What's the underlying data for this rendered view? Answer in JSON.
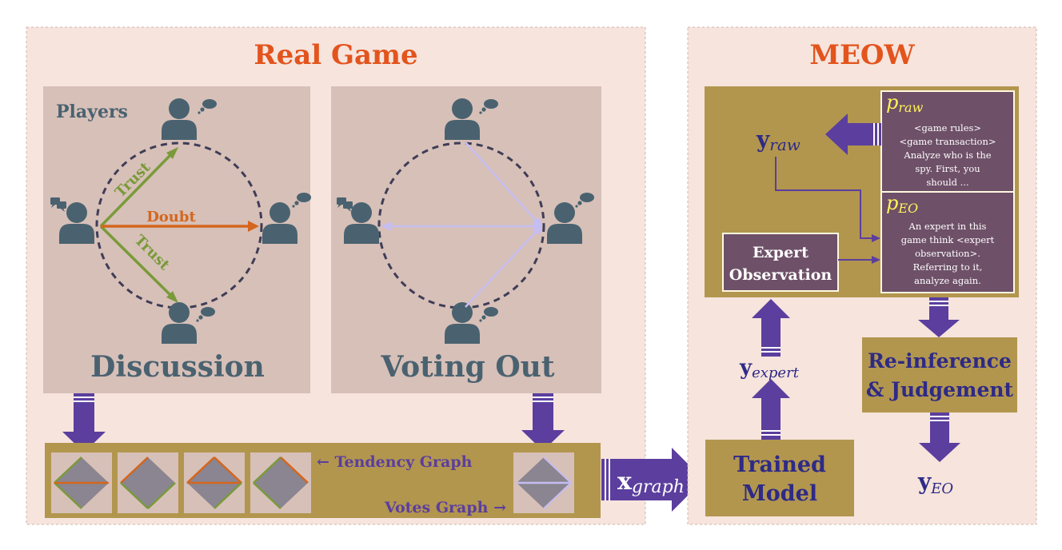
{
  "real_game": {
    "title": "Real Game",
    "discussion": {
      "players_label": "Players",
      "trust_top": "Trust",
      "doubt": "Doubt",
      "trust_bottom": "Trust",
      "title": "Discussion"
    },
    "voting": {
      "title": "Voting Out"
    },
    "graphs": {
      "tendency": "← Tendency Graph",
      "votes": "Votes Graph →"
    },
    "x_graph": {
      "base": "x",
      "sub": "graph"
    }
  },
  "meow": {
    "title": "MEOW",
    "y_raw": {
      "base": "y",
      "sub": "raw"
    },
    "p_raw": {
      "base": "p",
      "sub": "raw",
      "lines": [
        "<game rules>",
        "<game transaction>",
        "Analyze who is the",
        "spy. First, you",
        "should ..."
      ]
    },
    "p_eo": {
      "base": "p",
      "sub": "EO",
      "lines": [
        "An expert in this",
        "game think <expert",
        "observation>.",
        "Referring to it,",
        "analyze again."
      ]
    },
    "expert_observation": {
      "line1": "Expert",
      "line2": "Observation"
    },
    "y_expert": {
      "base": "y",
      "sub": "expert"
    },
    "trained_model": {
      "line1": "Trained",
      "line2": "Model"
    },
    "reinference": {
      "line1": "Re-inference",
      "line2": "& Judgement"
    },
    "y_eo": {
      "base": "y",
      "sub": "EO"
    }
  },
  "colors": {
    "panel_bg": "#f6e4dd",
    "subpanel_bg": "#d7c0b8",
    "olive": "#b2964e",
    "purple": "#5b3e9e",
    "box_purple": "#6e5068",
    "title_orange": "#e3541d",
    "player_slate": "#4a6270",
    "trust_green": "#7a9a3a",
    "doubt_orange": "#d4661e",
    "vote_lavender": "#c6bdf0"
  }
}
